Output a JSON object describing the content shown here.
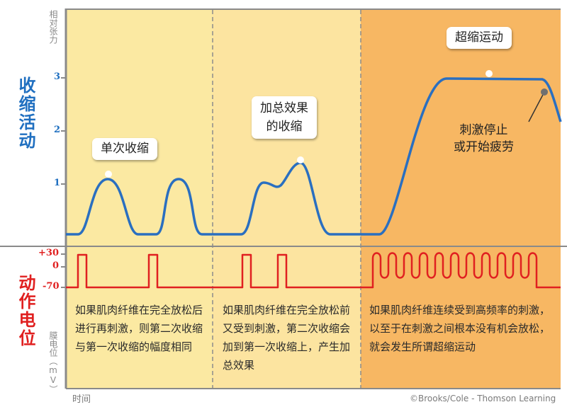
{
  "top_section": {
    "title": "收缩活动",
    "axis_label": "相对张力",
    "ticks": [
      "1",
      "2",
      "3"
    ]
  },
  "bottom_section": {
    "title": "动作电位",
    "axis_label": "膜电位（mV）",
    "ticks": [
      "+30",
      "0",
      "-70"
    ]
  },
  "x_axis_label": "时间",
  "callouts": {
    "single": "单次收缩",
    "summation_line1": "加总效果",
    "summation_line2": "的收缩",
    "tetanus": "超缩运动",
    "fatigue_line1": "刺激停止",
    "fatigue_line2": "或开始疲劳"
  },
  "notes": {
    "panel1": "如果肌肉纤维在完全放松后进行再刺激，则第二次收缩与第一次收缩的幅度相同",
    "panel2": "如果肌肉纤维在完全放松前又受到刺激，第二次收缩会加到第一次收缩上，产生加总效果",
    "panel3": "如果肌肉纤维连续受到高频率的刺激，以至于在刺激之间根本没有机会放松，就会发生所谓超缩运动"
  },
  "credit": "©Brooks/Cole - Thomson Learning",
  "colors": {
    "panel1_bg": "#fbe9a2",
    "panel2_bg": "#fce4a0",
    "panel3_bg": "#f7b763",
    "tension_curve": "#2a6fc0",
    "potential_curve": "#e02020",
    "top_title": "#1f6fc0",
    "bottom_title": "#e02020"
  }
}
